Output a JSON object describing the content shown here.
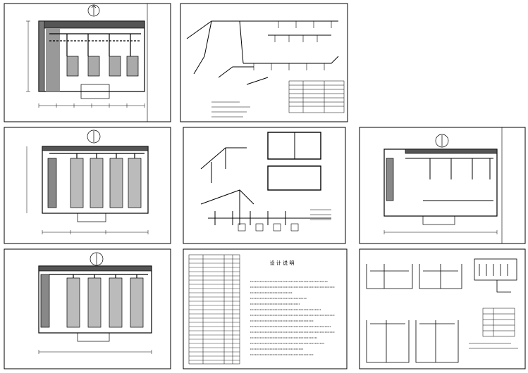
{
  "page": {
    "background": "#ffffff",
    "line_color": "#000000"
  },
  "sheets": [
    {
      "id": "plan-top",
      "kind": "floor-plan",
      "north_arrow": true
    },
    {
      "id": "iso-piping-top",
      "kind": "isometric-piping-with-legend",
      "north_arrow": false
    },
    {
      "id": "empty",
      "kind": "blank",
      "north_arrow": false
    },
    {
      "id": "plan-middle",
      "kind": "floor-plan",
      "north_arrow": true
    },
    {
      "id": "iso-tank-detail",
      "kind": "isometric-tank-detail",
      "north_arrow": false
    },
    {
      "id": "plan-right",
      "kind": "floor-plan",
      "north_arrow": true
    },
    {
      "id": "plan-bottom",
      "kind": "floor-plan",
      "north_arrow": true
    },
    {
      "id": "design-notes",
      "kind": "notes-with-schedule",
      "north_arrow": false
    },
    {
      "id": "details-sheet",
      "kind": "detail-sections",
      "north_arrow": false
    }
  ],
  "notes_sheet": {
    "heading": "设 计 说 明"
  }
}
